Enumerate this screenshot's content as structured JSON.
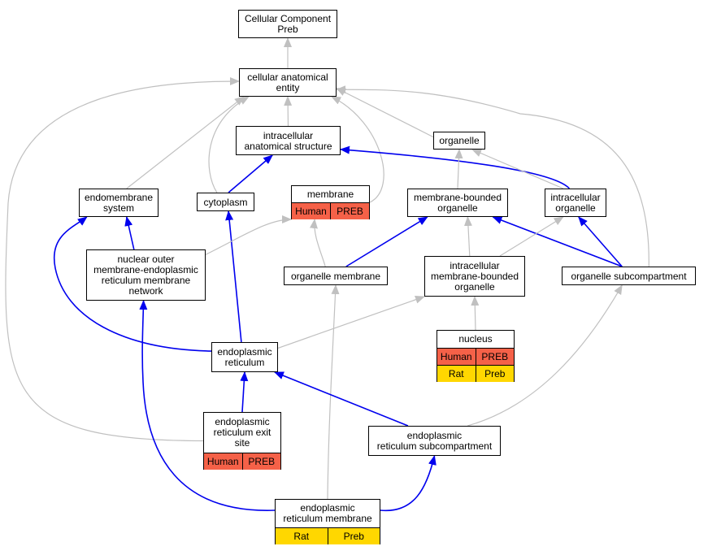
{
  "colors": {
    "gray_edge": "#c0c0c0",
    "blue_edge": "#0000ee",
    "human_tag": "#f56148",
    "rat_tag": "#ffd700"
  },
  "nodes": [
    {
      "id": "ccp",
      "label": "Cellular Component\nPreb",
      "tags": []
    },
    {
      "id": "cae",
      "label": "cellular anatomical\nentity",
      "tags": []
    },
    {
      "id": "ias",
      "label": "intracellular\nanatomical structure",
      "tags": []
    },
    {
      "id": "org",
      "label": "organelle",
      "tags": []
    },
    {
      "id": "ems",
      "label": "endomembrane\nsystem",
      "tags": []
    },
    {
      "id": "cyt",
      "label": "cytoplasm",
      "tags": []
    },
    {
      "id": "mem",
      "label": "membrane",
      "tags": [
        [
          {
            "text": "Human",
            "color": "red"
          },
          {
            "text": "PREB",
            "color": "red"
          }
        ]
      ]
    },
    {
      "id": "mbo",
      "label": "membrane-bounded\norganelle",
      "tags": []
    },
    {
      "id": "io",
      "label": "intracellular\norganelle",
      "tags": []
    },
    {
      "id": "nom",
      "label": "nuclear outer\nmembrane-endoplasmic\nreticulum membrane\nnetwork",
      "tags": []
    },
    {
      "id": "om",
      "label": "organelle membrane",
      "tags": []
    },
    {
      "id": "imbo",
      "label": "intracellular\nmembrane-bounded\norganelle",
      "tags": []
    },
    {
      "id": "os",
      "label": "organelle subcompartment",
      "tags": []
    },
    {
      "id": "nuc",
      "label": "nucleus",
      "tags": [
        [
          {
            "text": "Human",
            "color": "red"
          },
          {
            "text": "PREB",
            "color": "red"
          }
        ],
        [
          {
            "text": "Rat",
            "color": "yellow"
          },
          {
            "text": "Preb",
            "color": "yellow"
          }
        ]
      ]
    },
    {
      "id": "er",
      "label": "endoplasmic\nreticulum",
      "tags": []
    },
    {
      "id": "eres",
      "label": "endoplasmic\nreticulum exit\nsite",
      "tags": [
        [
          {
            "text": "Human",
            "color": "red"
          },
          {
            "text": "PREB",
            "color": "red"
          }
        ]
      ]
    },
    {
      "id": "ersc",
      "label": "endoplasmic\nreticulum subcompartment",
      "tags": []
    },
    {
      "id": "erm",
      "label": "endoplasmic\nreticulum membrane",
      "tags": [
        [
          {
            "text": "Rat",
            "color": "yellow"
          },
          {
            "text": "Preb",
            "color": "yellow"
          }
        ]
      ]
    }
  ],
  "edges": [
    {
      "from": "cae",
      "to": "ccp",
      "kind": "is_a"
    },
    {
      "from": "ias",
      "to": "cae",
      "kind": "is_a"
    },
    {
      "from": "org",
      "to": "cae",
      "kind": "is_a"
    },
    {
      "from": "ems",
      "to": "cae",
      "kind": "is_a"
    },
    {
      "from": "cyt",
      "to": "cae",
      "kind": "is_a"
    },
    {
      "from": "mem",
      "to": "cae",
      "kind": "is_a"
    },
    {
      "from": "os",
      "to": "cae",
      "kind": "is_a"
    },
    {
      "from": "eres",
      "to": "cae",
      "kind": "is_a"
    },
    {
      "from": "cyt",
      "to": "ias",
      "kind": "part_of"
    },
    {
      "from": "io",
      "to": "ias",
      "kind": "part_of"
    },
    {
      "from": "mbo",
      "to": "org",
      "kind": "is_a"
    },
    {
      "from": "io",
      "to": "org",
      "kind": "is_a"
    },
    {
      "from": "nom",
      "to": "ems",
      "kind": "part_of"
    },
    {
      "from": "er",
      "to": "ems",
      "kind": "part_of"
    },
    {
      "from": "er",
      "to": "cyt",
      "kind": "part_of"
    },
    {
      "from": "nom",
      "to": "mem",
      "kind": "is_a"
    },
    {
      "from": "om",
      "to": "mem",
      "kind": "is_a"
    },
    {
      "from": "om",
      "to": "mbo",
      "kind": "part_of"
    },
    {
      "from": "imbo",
      "to": "mbo",
      "kind": "is_a"
    },
    {
      "from": "os",
      "to": "mbo",
      "kind": "part_of"
    },
    {
      "from": "imbo",
      "to": "io",
      "kind": "is_a"
    },
    {
      "from": "os",
      "to": "io",
      "kind": "part_of"
    },
    {
      "from": "nuc",
      "to": "imbo",
      "kind": "is_a"
    },
    {
      "from": "er",
      "to": "imbo",
      "kind": "is_a"
    },
    {
      "from": "erm",
      "to": "om",
      "kind": "is_a"
    },
    {
      "from": "ersc",
      "to": "os",
      "kind": "is_a"
    },
    {
      "from": "eres",
      "to": "er",
      "kind": "part_of"
    },
    {
      "from": "ersc",
      "to": "er",
      "kind": "part_of"
    },
    {
      "from": "erm",
      "to": "nom",
      "kind": "part_of"
    },
    {
      "from": "erm",
      "to": "ersc",
      "kind": "part_of"
    }
  ]
}
